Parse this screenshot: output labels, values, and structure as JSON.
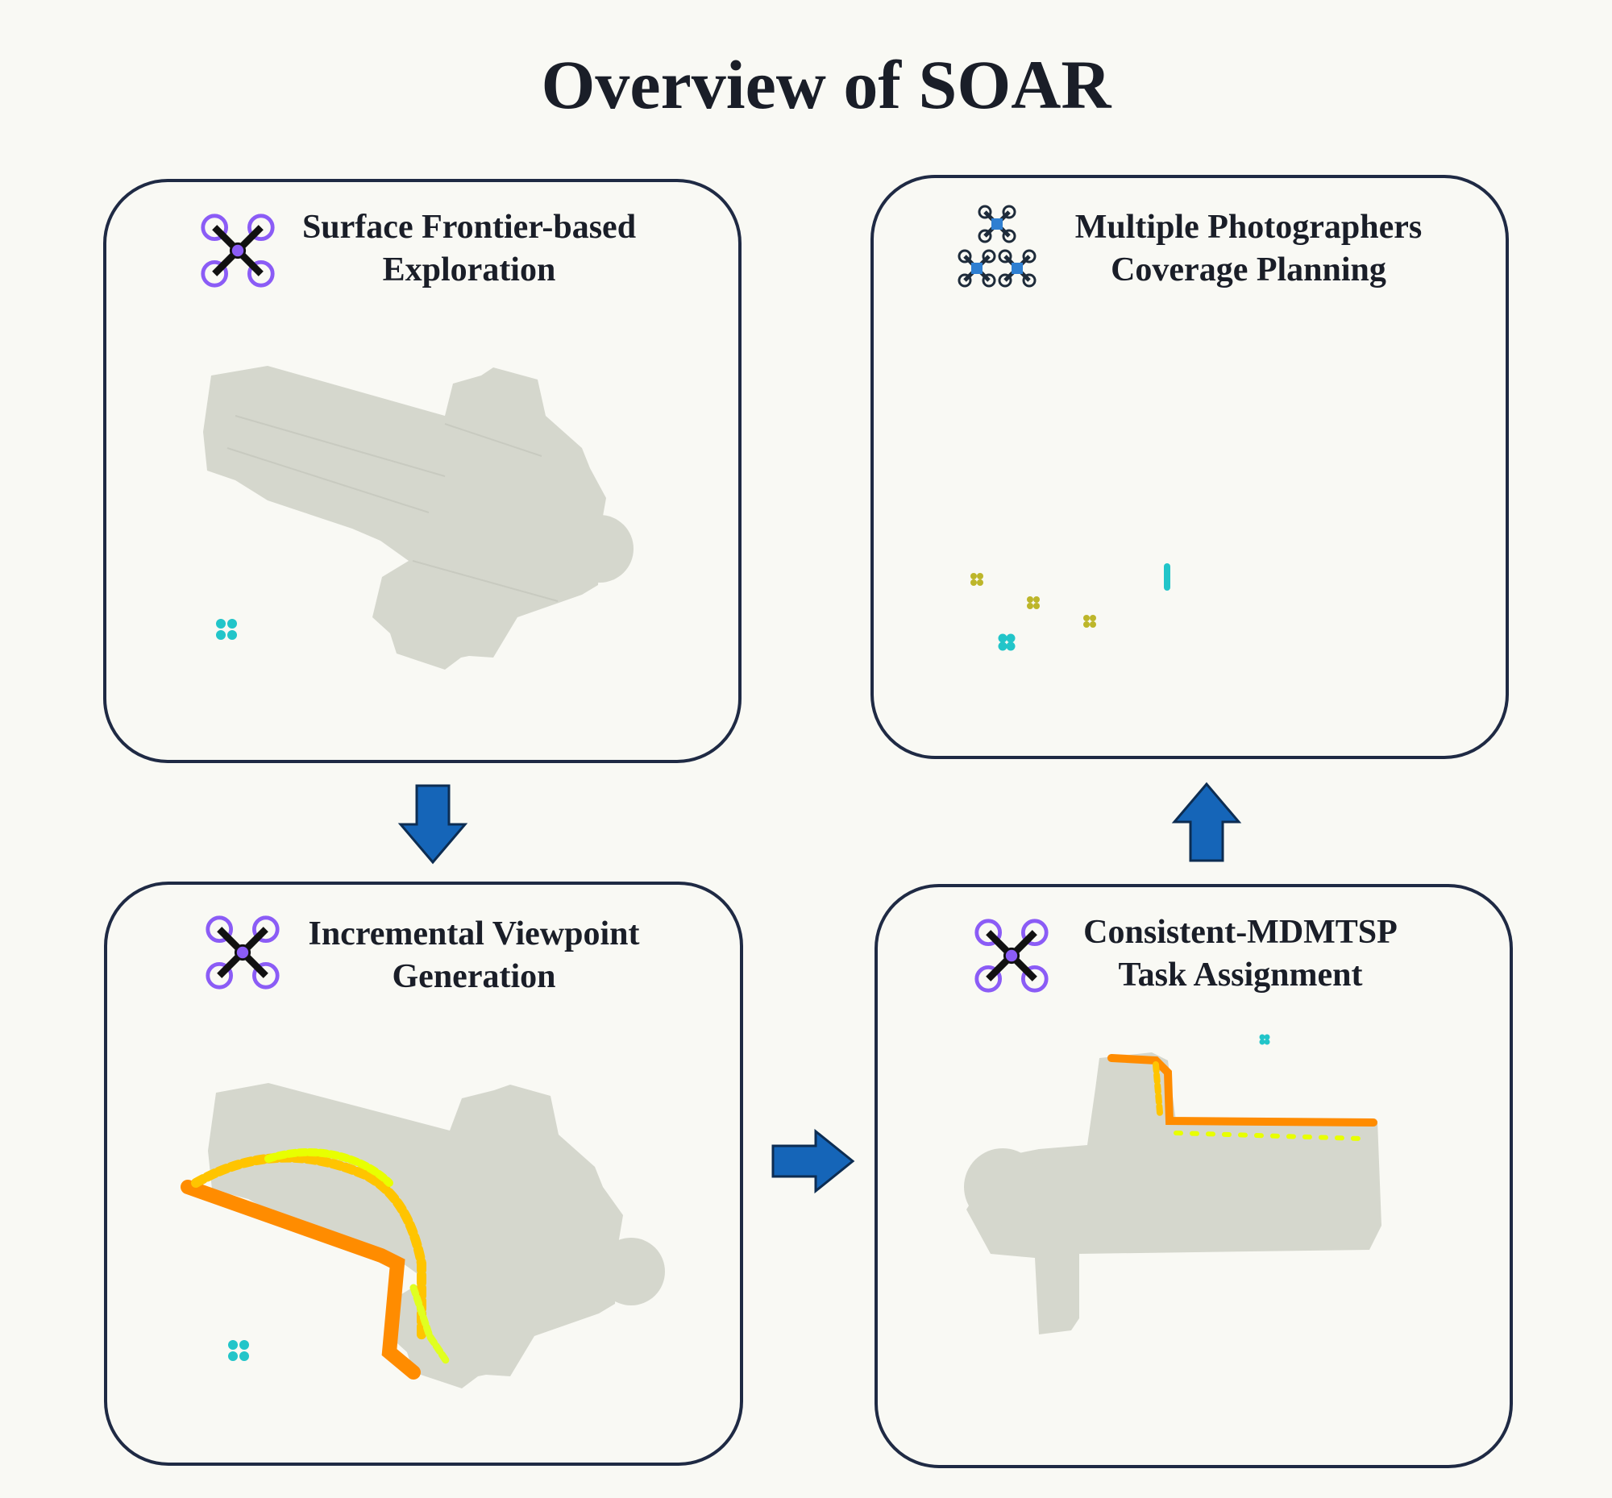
{
  "title": "Overview of SOAR",
  "panels": [
    {
      "line1": "Surface Frontier-based",
      "line2": "Exploration",
      "icon": "drone-icon"
    },
    {
      "line1": "Multiple Photographers",
      "line2": "Coverage Planning",
      "icon": "drone-team-icon"
    },
    {
      "line1": "Incremental Viewpoint",
      "line2": "Generation",
      "icon": "drone-icon"
    },
    {
      "line1": "Consistent-MDMTSP",
      "line2": "Task Assignment",
      "icon": "drone-icon"
    }
  ],
  "colors": {
    "border": "#1f2a44",
    "arrow": "#1565b8",
    "drone_ring": "#8b5cf6",
    "building": "#d5d7cd",
    "uav_cyan": "#22c5c9",
    "uav_olive": "#bdb62a",
    "viewpoint_orange": "#ff8c00",
    "viewpoint_yellow": "#ffff00"
  }
}
